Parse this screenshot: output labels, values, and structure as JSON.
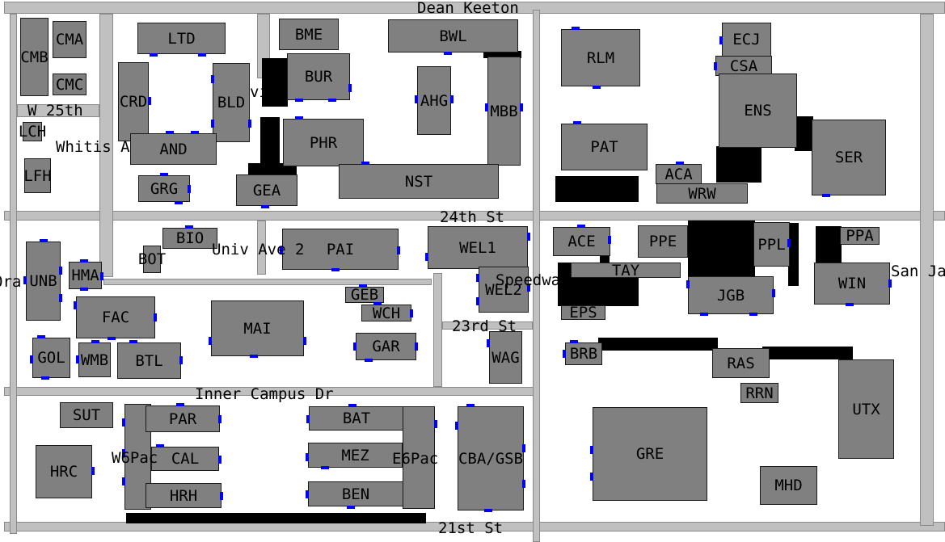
{
  "colors": {
    "background": "#ffffff",
    "road": "#c0c0c0",
    "building": "#808080",
    "obstacle": "#000000",
    "entrance": "#0000ff"
  },
  "streets": {
    "dean_keeton": "Dean Keeton",
    "w_25th": "W 25th",
    "whitis_ave": "Whitis A",
    "univ_ave": "vi e",
    "street_24th": "24th St",
    "univ_ave_2": "Univ Ave 2",
    "speedway": "Speedwa",
    "san_jacinto": "San Ja",
    "orange": "Ora",
    "street_23rd": "23rd St",
    "inner_campus": "Inner Campus Dr",
    "w6pac": "W6Pac",
    "e6pac": "E6Pac",
    "street_21st": "21st St"
  },
  "buildings": {
    "cmb": "CMB",
    "cma": "CMA",
    "cmc": "CMC",
    "lch": "LCH",
    "lfh": "LFH",
    "ltd": "LTD",
    "crd": "CRD",
    "bld": "BLD",
    "and": "AND",
    "grg": "GRG",
    "bme": "BME",
    "bur": "BUR",
    "phr": "PHR",
    "gea": "GEA",
    "bwl": "BWL",
    "ahg": "AHG",
    "mbb": "MBB",
    "nst": "NST",
    "rlm": "RLM",
    "ecj": "ECJ",
    "csa": "CSA",
    "ens": "ENS",
    "pat": "PAT",
    "aca": "ACA",
    "wrw": "WRW",
    "ser": "SER",
    "bio": "BIO",
    "bot": "BOT",
    "pai": "PAI",
    "unb": "UNB",
    "hma": "HMA",
    "wel1": "WEL1",
    "wel2": "WEL2",
    "geb": "GEB",
    "wch": "WCH",
    "gar": "GAR",
    "wag": "WAG",
    "fac": "FAC",
    "mai": "MAI",
    "gol": "GOL",
    "wmb": "WMB",
    "btl": "BTL",
    "ace": "ACE",
    "ppe": "PPE",
    "ppl": "PPL",
    "ppa": "PPA",
    "tay": "TAY",
    "eps": "EPS",
    "jgb": "JGB",
    "win": "WIN",
    "brb": "BRB",
    "ras": "RAS",
    "rrn": "RRN",
    "utx": "UTX",
    "gre": "GRE",
    "mhd": "MHD",
    "sut": "SUT",
    "hrc": "HRC",
    "par": "PAR",
    "cal": "CAL",
    "hrh": "HRH",
    "bat": "BAT",
    "mez": "MEZ",
    "ben": "BEN",
    "cba": "CBA/GSB"
  }
}
